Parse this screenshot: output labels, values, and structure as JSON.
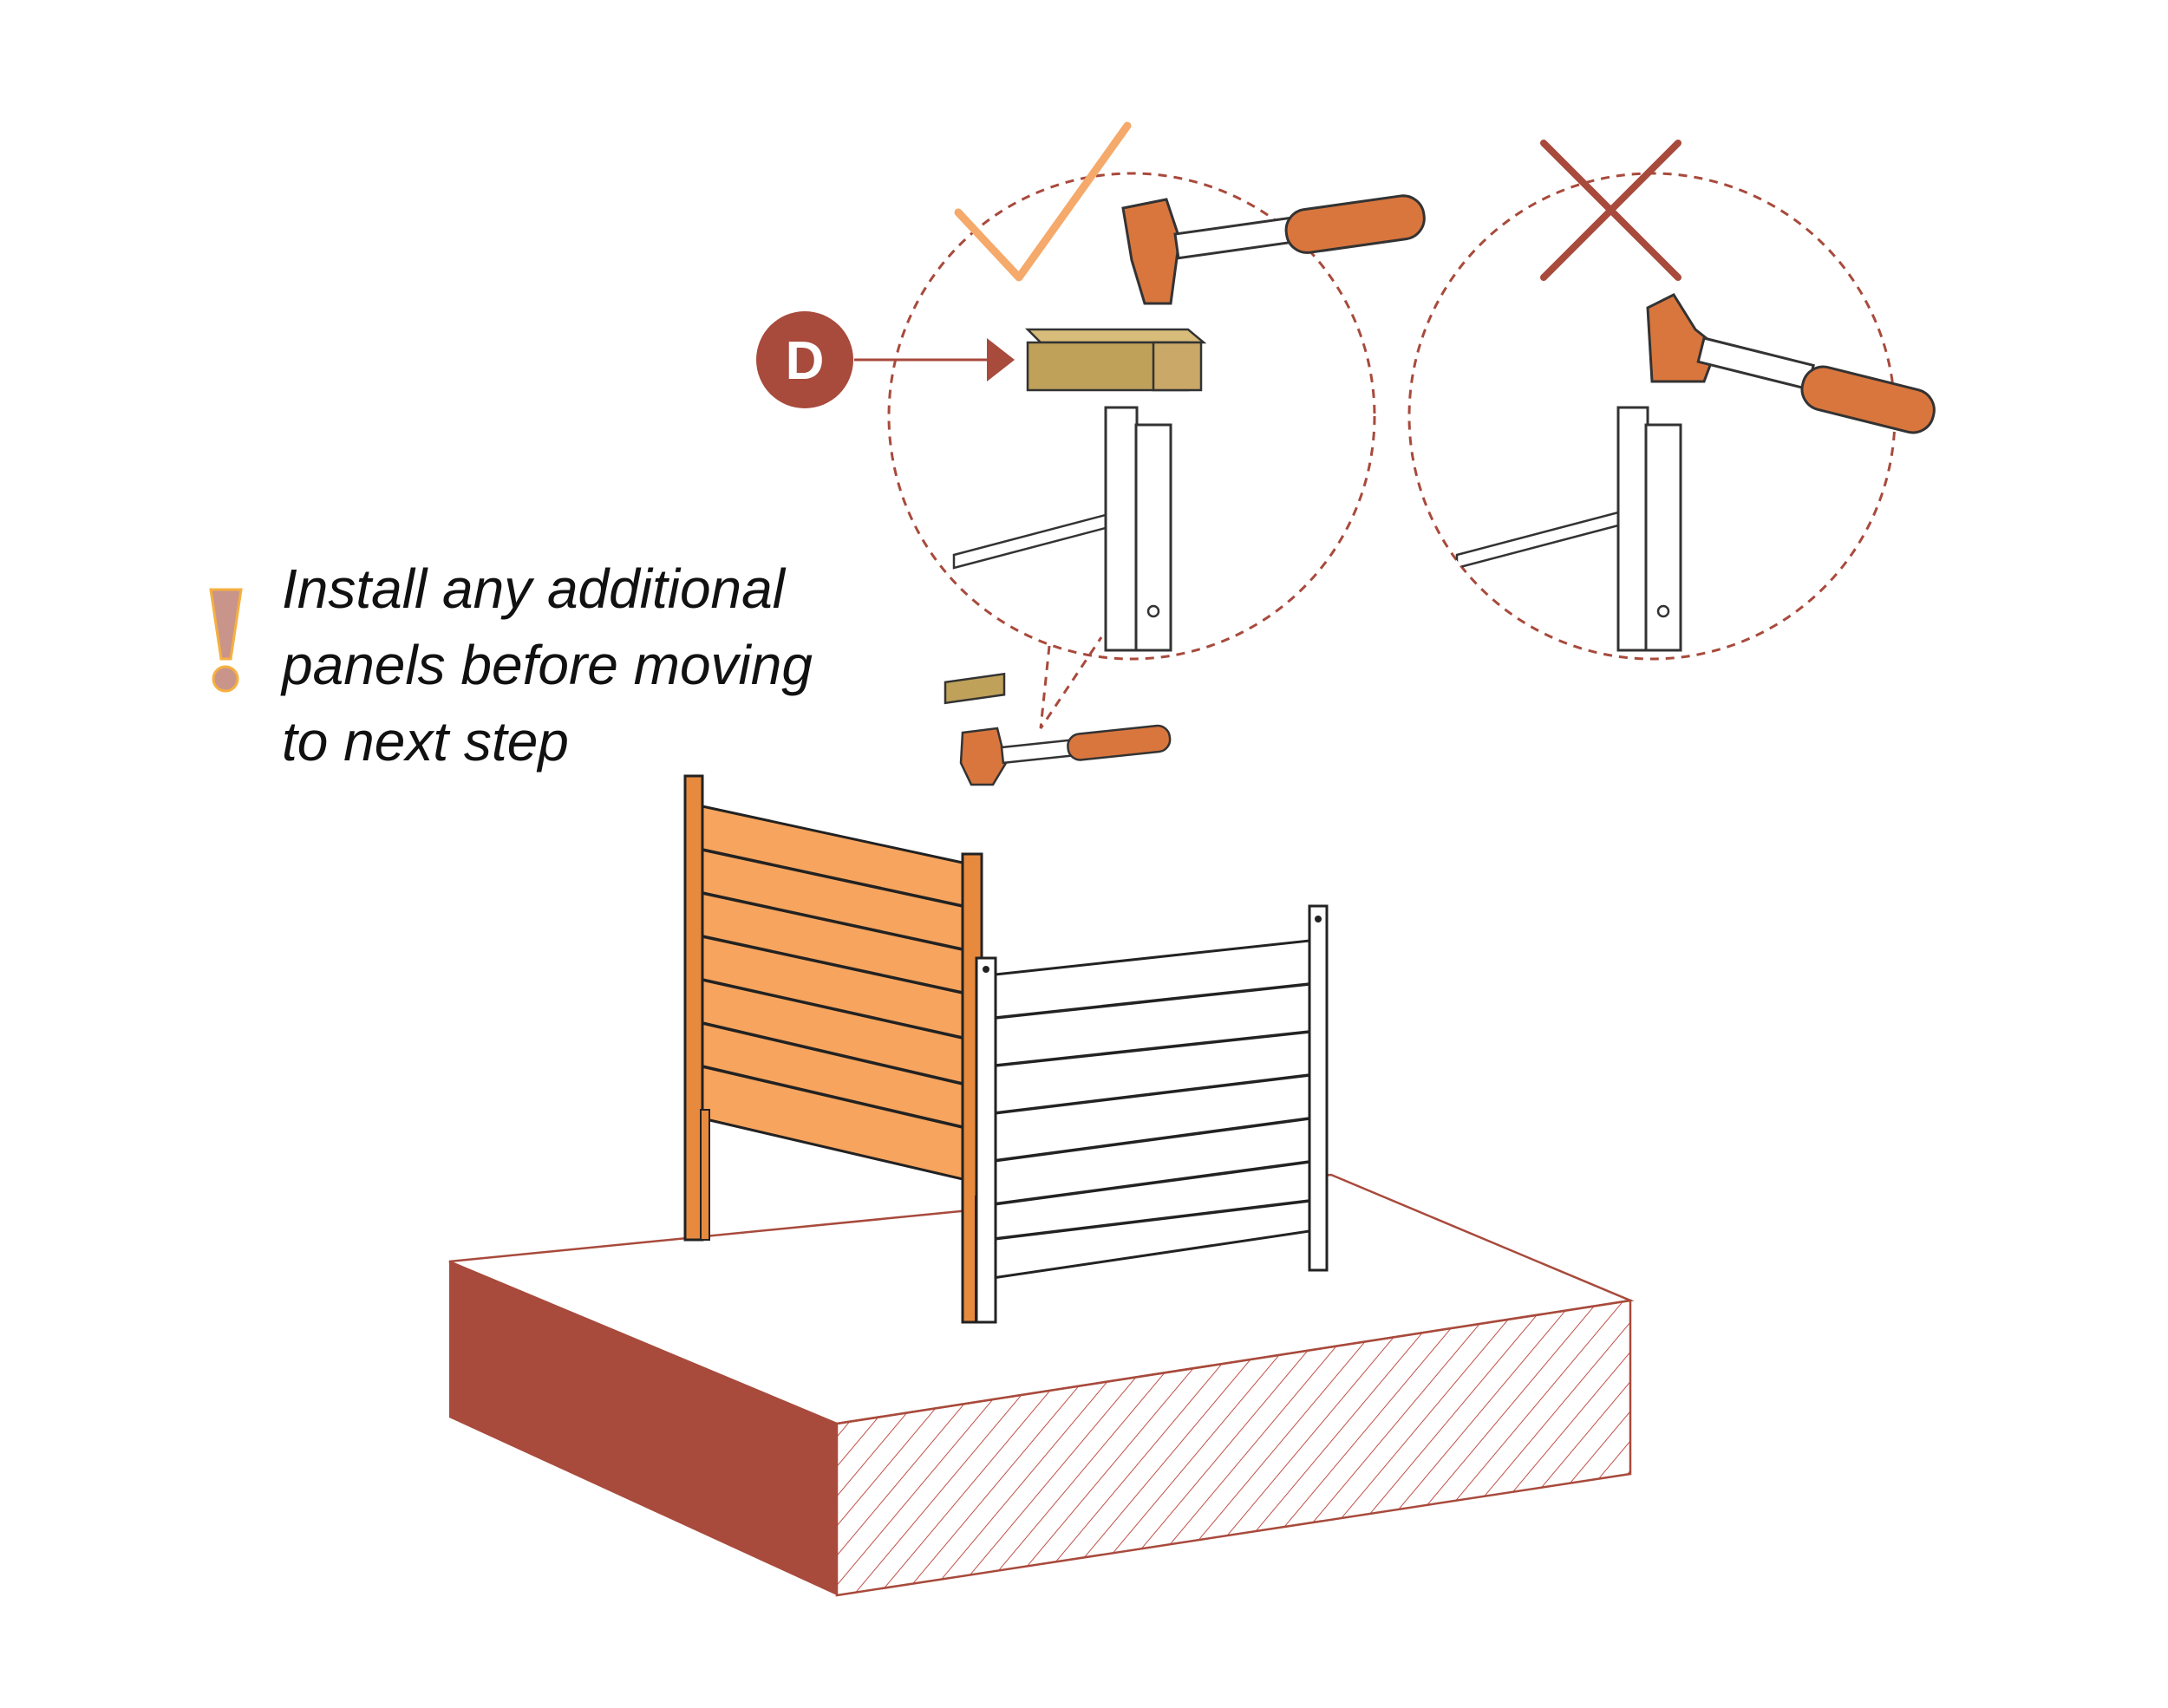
{
  "instruction": {
    "lines": [
      "Install any additional",
      "panels before moving",
      "to next step"
    ]
  },
  "callout": {
    "label": "D"
  },
  "icons": {
    "warning": "exclamation-icon",
    "correct": "check-mark-icon",
    "incorrect": "cross-mark-icon",
    "tool": "hammer-icon",
    "block": "wood-block-icon"
  },
  "colors": {
    "accent_orange": "#f4a460",
    "brick_red": "#a84a3c",
    "check_orange": "#f5a96a",
    "cross_red": "#a84a3c",
    "hammer_handle": "#d9763e",
    "wood_block": "#bfa15a",
    "panel_orange": "#f6a45e"
  }
}
